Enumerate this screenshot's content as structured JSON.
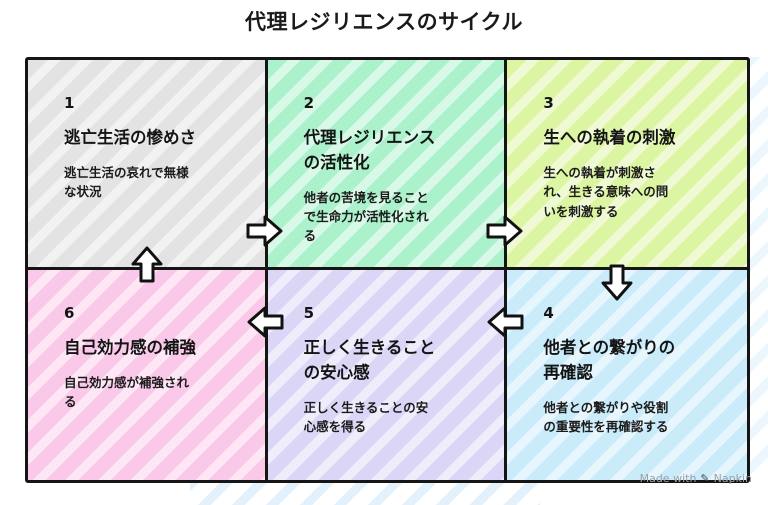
{
  "title": "代理レジリエンスのサイクル",
  "watermark": {
    "prefix": "Made with",
    "pen_icon": "✎",
    "brand": "Napkin"
  },
  "cells": [
    {
      "number": "1",
      "heading": "逃亡生活の惨めさ",
      "body": "逃亡生活の哀れで無様な状況",
      "color": "#e3e3e3"
    },
    {
      "number": "2",
      "heading": "代理レジリエンスの活性化",
      "body": "他者の苦境を見ることで生命力が活性化される",
      "color": "#abf1cb"
    },
    {
      "number": "3",
      "heading": "生への執着の刺激",
      "body": "生への執着が刺激され、生きる意味への問いを刺激する",
      "color": "#dcf5a2"
    },
    {
      "number": "6",
      "heading": "自己効力感の補強",
      "body": "自己効力感が補強される",
      "color": "#fac9e9"
    },
    {
      "number": "5",
      "heading": "正しく生きることの安心感",
      "body": "正しく生きることの安心感を得る",
      "color": "#dbd5f6"
    },
    {
      "number": "4",
      "heading": "他者との繋がりの再確認",
      "body": "他者との繋がりや役割の重要性を再確認する",
      "color": "#c9ebfa"
    }
  ]
}
